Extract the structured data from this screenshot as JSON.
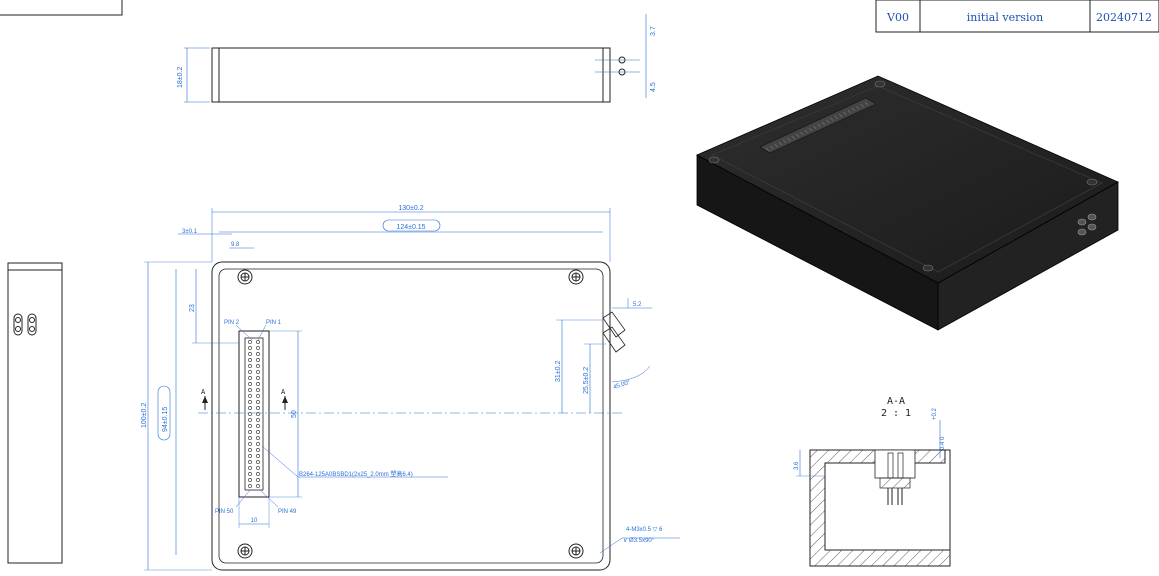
{
  "revision_table": {
    "version": "V00",
    "description": "initial version",
    "date": "20240712"
  },
  "top_view": {
    "height_dim": "18±0.2",
    "offset_dim_1": "3.7",
    "offset_dim_2": "4.5"
  },
  "front_view": {
    "width_dim": "130±0.2",
    "hole_span_dim": "124±0.15",
    "edge_offset_dim": "3±0.1",
    "connector_offset_dim": "9.8",
    "connector_top_dim": "23",
    "height_dim": "100±0.2",
    "hole_height_dim": "94±0.15",
    "connector_length_dim": "50",
    "connector_width_dim": "10",
    "cutout_height_dim_1": "31±0.2",
    "cutout_height_dim_2": "25.5±0.2",
    "cutout_width_dim": "5.2",
    "cutout_angle_dim": "45.00°",
    "pin1_label": "PIN 1",
    "pin2_label": "PIN 2",
    "pin49_label": "PIN 49",
    "pin50_label": "PIN 50",
    "connector_part": "B264-125A0BSBD1(2x25_2.0mm  塑高6.4)",
    "section_marker_left": "A",
    "section_marker_right": "A",
    "screw_note_1": "4-M3x0.5 ▽ 6",
    "screw_note_2": "∨ Ø3.5x90°"
  },
  "section_view": {
    "title": "A-A",
    "scale": "2 : 1",
    "depth_dim": "3.6",
    "tolerance_dim": "0.4 0",
    "tolerance_upper": "+0.2"
  }
}
